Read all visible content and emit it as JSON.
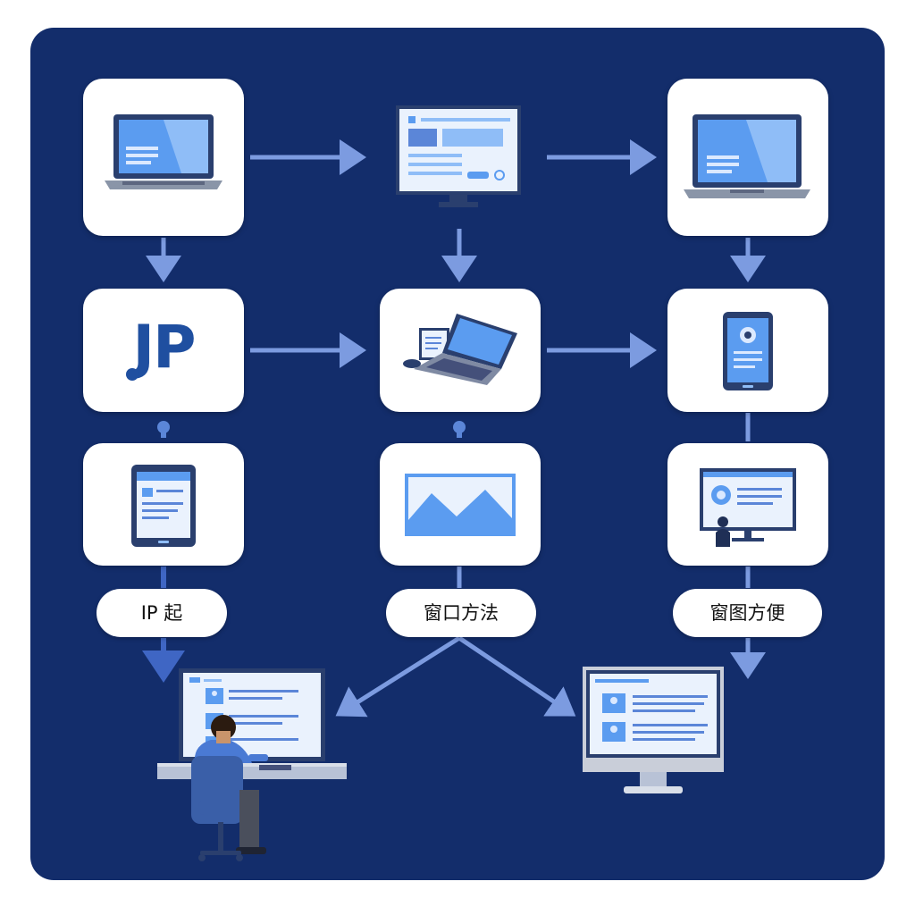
{
  "diagram": {
    "nodes": [
      {
        "id": "laptop-top-left",
        "icon": "laptop-icon"
      },
      {
        "id": "monitor-top-center",
        "icon": "monitor-icon"
      },
      {
        "id": "laptop-top-right",
        "icon": "laptop-icon"
      },
      {
        "id": "jp-logo",
        "icon": "jp-logo-icon",
        "text": "JP"
      },
      {
        "id": "laptop-middle-center",
        "icon": "open-laptop-icon"
      },
      {
        "id": "phone-middle-right",
        "icon": "smartphone-icon"
      },
      {
        "id": "tablet-bottom-left",
        "icon": "tablet-icon"
      },
      {
        "id": "image-bottom-center",
        "icon": "landscape-image-icon"
      },
      {
        "id": "presentation-bottom-right",
        "icon": "presentation-screen-icon"
      }
    ],
    "labels": {
      "left": "IP 起",
      "center": "窗口方法",
      "right": "窗图方便"
    },
    "bottom": {
      "left_icon": "person-at-computer-icon",
      "right_icon": "desktop-monitor-icon"
    }
  },
  "colors": {
    "background": "#132d6b",
    "card": "#ffffff",
    "arrow": "#7c9be0",
    "screen": "#5b9cf0",
    "device_dark": "#2a3f6e",
    "logo": "#1f4fa0"
  }
}
